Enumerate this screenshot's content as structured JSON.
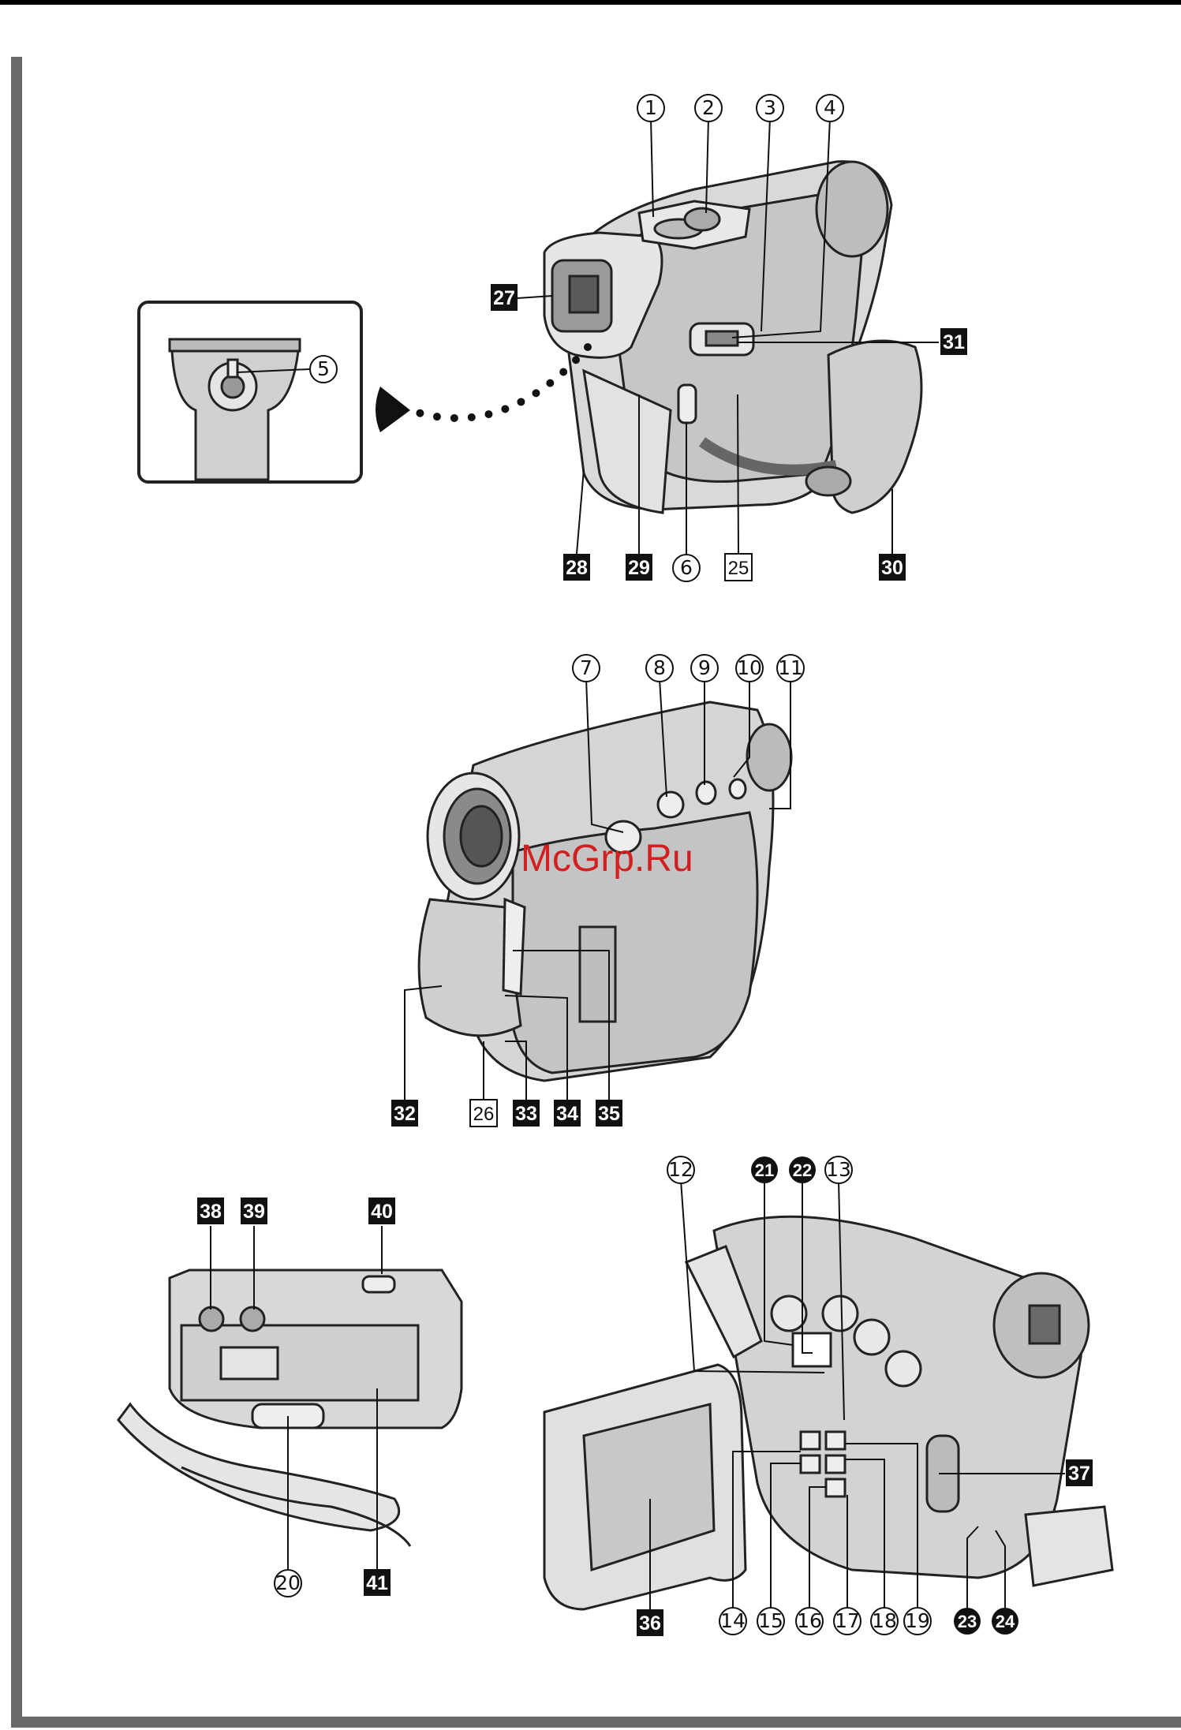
{
  "watermark": "McGrp.Ru",
  "circled_labels": [
    "1",
    "2",
    "3",
    "4",
    "5",
    "6",
    "7",
    "8",
    "9",
    "10",
    "11",
    "12",
    "13",
    "14",
    "15",
    "16",
    "17",
    "18",
    "19",
    "20"
  ],
  "black_dot_labels": [
    "21",
    "22",
    "23",
    "24"
  ],
  "outline_box_labels": [
    "25",
    "26"
  ],
  "black_box_labels": [
    "27",
    "28",
    "29",
    "30",
    "31",
    "32",
    "33",
    "34",
    "35",
    "36",
    "37",
    "38",
    "39",
    "40",
    "41"
  ],
  "figures": [
    "camcorder-top-rear-view",
    "camcorder-front-view",
    "camcorder-bottom-view",
    "camcorder-lcd-open-view",
    "tripod-mount-detail"
  ]
}
